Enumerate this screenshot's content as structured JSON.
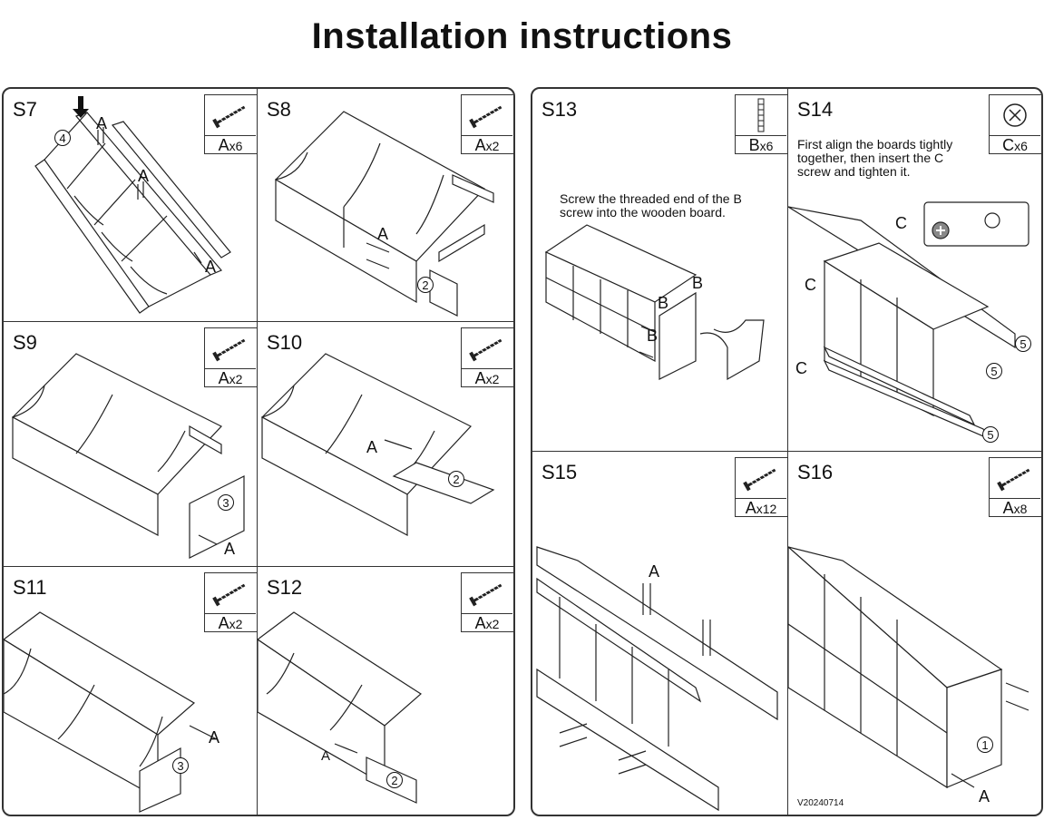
{
  "title": "Installation instructions",
  "steps": {
    "S7": {
      "label": "S7",
      "part": "A",
      "qty": "x6",
      "circle": "4",
      "labels": [
        "A",
        "A",
        "A"
      ]
    },
    "S8": {
      "label": "S8",
      "part": "A",
      "qty": "x2",
      "circle": "2",
      "labels": [
        "A"
      ]
    },
    "S9": {
      "label": "S9",
      "part": "A",
      "qty": "x2",
      "circle": "3",
      "labels": [
        "A"
      ]
    },
    "S10": {
      "label": "S10",
      "part": "A",
      "qty": "x2",
      "circle": "2",
      "labels": [
        "A"
      ]
    },
    "S11": {
      "label": "S11",
      "part": "A",
      "qty": "x2",
      "circle": "3",
      "labels": [
        "A"
      ]
    },
    "S12": {
      "label": "S12",
      "part": "A",
      "qty": "x2",
      "circle": "2",
      "labels": [
        "A"
      ]
    },
    "S13": {
      "label": "S13",
      "part": "B",
      "qty": "x6",
      "note": [
        "Screw the threaded end of the B",
        "screw into the wooden board."
      ],
      "labels": [
        "B",
        "B",
        "B"
      ]
    },
    "S14": {
      "label": "S14",
      "part": "C",
      "qty": "x6",
      "note": [
        "First align the boards tightly",
        "together, then insert the C",
        "screw and tighten it."
      ],
      "labels": [
        "C",
        "C",
        "C"
      ],
      "circles": [
        "5",
        "5",
        "5"
      ]
    },
    "S15": {
      "label": "S15",
      "part": "A",
      "qty": "x12",
      "labels": [
        "A"
      ]
    },
    "S16": {
      "label": "S16",
      "part": "A",
      "qty": "x8",
      "circle": "1",
      "labels": [
        "A"
      ],
      "version": "V20240714"
    }
  },
  "icons": {
    "screw_a": "wood-screw-icon",
    "screw_b": "dowel-bolt-icon",
    "cam_c": "cam-lock-icon"
  }
}
